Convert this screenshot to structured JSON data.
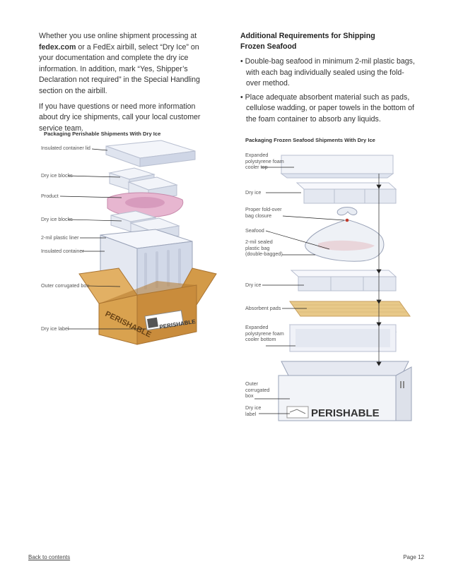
{
  "left_column": {
    "paragraph1": {
      "pre": "Whether you use online shipment processing at",
      "bold": "fedex.com",
      "post": " or a FedEx airbill, select “Dry Ice” on your documentation and complete the dry ice information. In addition, mark “Yes, Shipper’s Declaration not required” in the Special Handling section on the airbill."
    },
    "paragraph2": "If you have questions or need more information about dry ice shipments, call your local customer service team."
  },
  "right_column": {
    "heading_line1": "Additional Requirements for Shipping",
    "heading_line2": "Frozen Seafood",
    "bullets": [
      "• Double-bag seafood in minimum 2-mil plastic bags, with each bag individually sealed using the fold-over method.",
      "• Place adequate absorbent material such as pads, cellulose wadding, or paper towels in the bottom of the foam container to absorb any liquids."
    ]
  },
  "figure_left": {
    "title": "Packaging Perishable Shipments With Dry Ice",
    "labels": {
      "lid": "Insulated container lid",
      "ice1": "Dry ice blocks",
      "product": "Product",
      "ice2": "Dry ice blocks",
      "liner": "2-mil plastic liner",
      "container": "Insulated container",
      "box": "Outer corrugated box",
      "label": "Dry ice label"
    },
    "box_text": "PERISHABLE"
  },
  "figure_right": {
    "title": "Packaging Frozen Seafood Shipments With Dry Ice",
    "labels": {
      "top": "Expanded polystyrene foam cooler top",
      "ice1": "Dry ice",
      "closure": "Proper fold-over bag closure",
      "seafood": "Seafood",
      "bag": "2-mil sealed plastic bag (double-bagged)",
      "ice2": "Dry ice",
      "pads": "Absorbent pads",
      "bottom": "Expanded polystyrene foam cooler bottom",
      "outer": "Outer corrugated box",
      "label": "Dry ice label"
    },
    "box_text": "PERISHABLE"
  },
  "footer": {
    "back_link": "Back to contents",
    "page": "Page 12"
  },
  "colors": {
    "box_tan": "#d9a24f",
    "box_dark": "#b47a2e",
    "foam": "#eef1f8",
    "product_pink": "#e7b6d0",
    "pads_yellow": "#e8c989"
  }
}
